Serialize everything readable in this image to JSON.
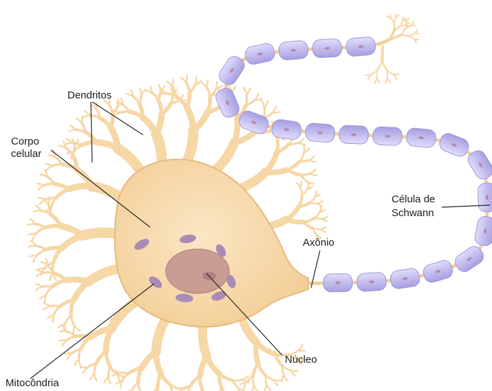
{
  "labels": {
    "dendrites": "Dendritos",
    "cell_body_line1": "Corpo",
    "cell_body_line2": "celular",
    "schwann_line1": "Célula de",
    "schwann_line2": "Schwann",
    "axon": "Axônio",
    "nucleus": "Núcleo",
    "mitochondria": "Mitocôndria"
  },
  "colors": {
    "cell": "#f6d7a6",
    "cell_edge": "#e6b97e",
    "nucleus": "#c79c92",
    "organelle": "#a58bb4",
    "myelin": "#c6c0ee",
    "myelin_edge": "#9e95d8",
    "node": "#f0d3a6",
    "leader": "#222222"
  }
}
